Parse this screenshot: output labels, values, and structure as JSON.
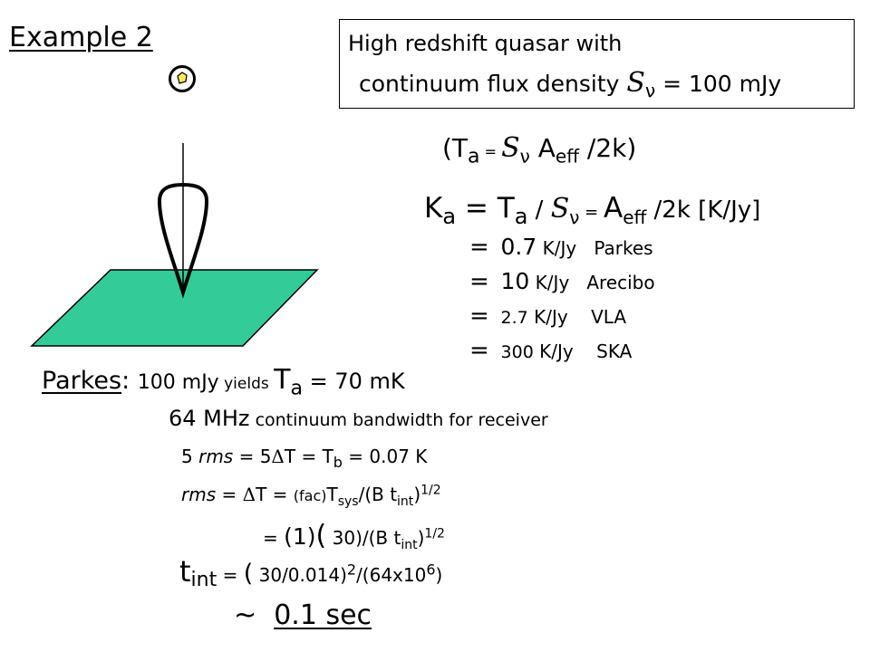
{
  "title": "Example 2",
  "box": {
    "line1": "High redshift  quasar with",
    "line2_pre": "continuum flux density ",
    "S": "S",
    "nu": "ν",
    "line2_post": " = 100 mJy"
  },
  "eq1": {
    "open": "(T",
    "a": "a",
    "eqsign": " = ",
    "S": "S",
    "nu": "ν",
    "A": " A",
    "eff": "eff",
    "tail": " /2k)"
  },
  "eq2": {
    "K": "K",
    "a": "a",
    "mid1": " = T",
    "a2": "a",
    "slash": " / ",
    "S": "S",
    "nu": "ν",
    "eqsign": " = ",
    "A": "A",
    "eff": "eff",
    "tail": " /2k   [K/Jy]"
  },
  "telescopes": [
    {
      "eq": "=",
      "value": "0.7",
      "unit": " K/Jy",
      "name": "Parkes"
    },
    {
      "eq": "=",
      "value": "10",
      "unit": "  K/Jy",
      "name": "Arecibo"
    },
    {
      "eq": "=",
      "value": "2.7",
      "unit": "  K/Jy",
      "name": "VLA"
    },
    {
      "eq": "=",
      "value": "300",
      "unit": " K/Jy",
      "name": "SKA"
    }
  ],
  "parkes": {
    "label": "Parkes",
    "colon": ":",
    "flux": "100 mJy",
    "yields": " yields ",
    "T": "T",
    "a": "a",
    "result": " = 70 mK"
  },
  "bandwidth": {
    "value": "64 MHz",
    "text": " continuum bandwidth for receiver"
  },
  "calc": {
    "l1_pre": "5 ",
    "l1_rms": "rms",
    "l1_mid": " = 5",
    "l1_delta": "Δ",
    "l1_rest": "T = T",
    "l1_b": "b",
    "l1_end": " = 0.07 K",
    "l2_rms": "rms",
    "l2_mid": " = ",
    "l2_delta": "Δ",
    "l2_T": "T = ",
    "l2_fac": "(fac)",
    "l2_Tsys": "T",
    "l2_sys": "sys",
    "l2_B": "/(B t",
    "l2_int": "int",
    "l2_close": ")",
    "l2_pow": "1/2",
    "l3_eq": "= ",
    "l3_one": "(1)",
    "l3_paren": "(",
    "l3_rest": " 30)/(B t",
    "l3_int": "int",
    "l3_close": ")",
    "l3_pow": "1/2",
    "l4_t": "t",
    "l4_int": "int",
    "l4_eq": " = ",
    "l4_paren": "(",
    "l4_rest": " 30/0.014)",
    "l4_pow2": "2",
    "l4_denom": "/(64x10",
    "l4_pow6": "6",
    "l4_close": ")",
    "tilde": "~",
    "answer": "0.1 sec"
  }
}
